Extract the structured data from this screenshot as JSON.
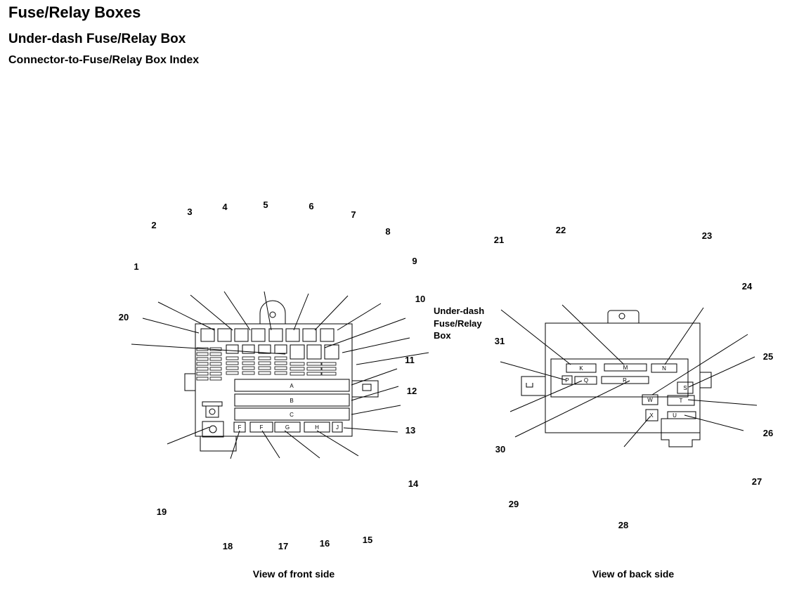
{
  "header": {
    "title": "Fuse/Relay Boxes",
    "subtitle": "Under-dash Fuse/Relay Box",
    "section": "Connector-to-Fuse/Relay Box Index"
  },
  "box_label": [
    "Under-dash",
    "Fuse/Relay",
    "Box"
  ],
  "captions": {
    "front": "View of front side",
    "back": "View of back side"
  },
  "front_connectors": [
    "A",
    "B",
    "C",
    "F",
    "F",
    "G",
    "H",
    "J"
  ],
  "back_connectors": [
    "K",
    "M",
    "N",
    "P",
    "Q",
    "R",
    "S",
    "T",
    "W",
    "X",
    "U"
  ],
  "callouts": {
    "c1": "1",
    "c2": "2",
    "c3": "3",
    "c4": "4",
    "c5": "5",
    "c6": "6",
    "c7": "7",
    "c8": "8",
    "c9": "9",
    "c10": "10",
    "c11": "11",
    "c12": "12",
    "c13": "13",
    "c14": "14",
    "c15": "15",
    "c16": "16",
    "c17": "17",
    "c18": "18",
    "c19": "19",
    "c20": "20",
    "c21": "21",
    "c22": "22",
    "c23": "23",
    "c24": "24",
    "c25": "25",
    "c26": "26",
    "c27": "27",
    "c28": "28",
    "c29": "29",
    "c30": "30",
    "c31": "31"
  }
}
